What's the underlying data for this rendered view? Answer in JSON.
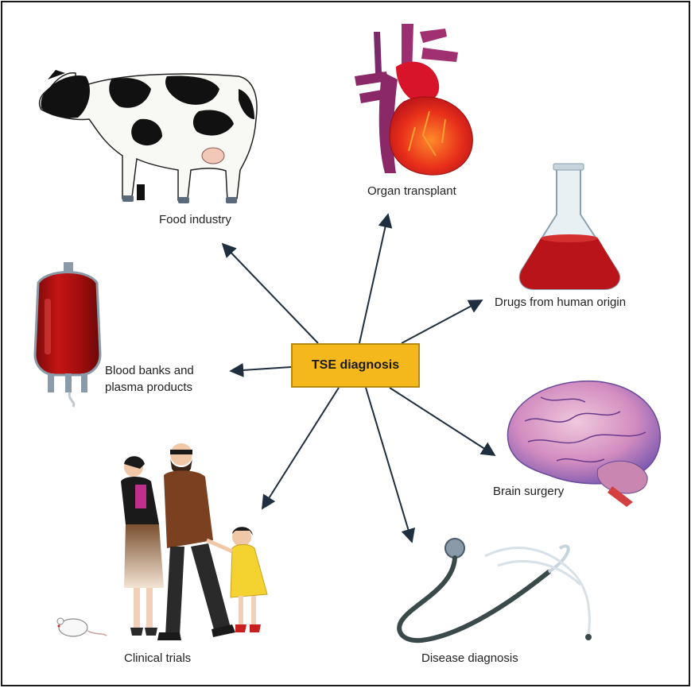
{
  "center": {
    "label": "TSE diagnosis",
    "color": "#f5b81c"
  },
  "nodes": [
    {
      "id": "food",
      "label": "Food industry",
      "icon": "cow-icon"
    },
    {
      "id": "organ",
      "label": "Organ transplant",
      "icon": "heart-icon"
    },
    {
      "id": "drugs",
      "label": "Drugs from human origin",
      "icon": "flask-icon"
    },
    {
      "id": "blood",
      "label_line1": "Blood banks and",
      "label_line2": "plasma products",
      "icon": "blood-bag-icon"
    },
    {
      "id": "brain",
      "label": "Brain surgery",
      "icon": "brain-icon"
    },
    {
      "id": "clinical",
      "label": "Clinical trials",
      "icon": "family-icon"
    },
    {
      "id": "disease",
      "label": "Disease diagnosis",
      "icon": "stethoscope-icon"
    }
  ],
  "colors": {
    "arrow": "#1f2f3f",
    "blood": "#b01010",
    "brain": "#c48ab8",
    "heart": "#e22a1a"
  }
}
